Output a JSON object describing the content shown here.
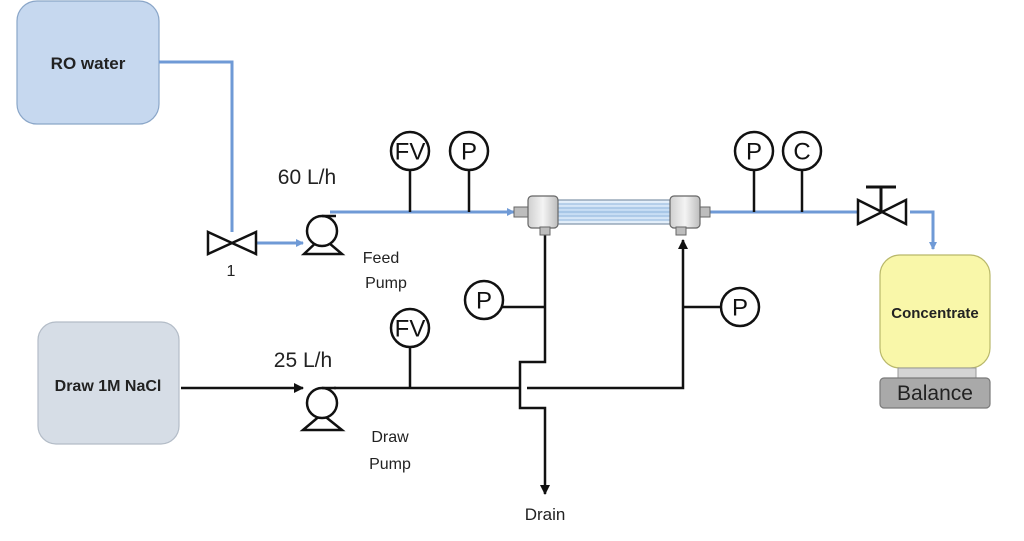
{
  "tanks": {
    "ro_water": "RO water",
    "draw": "Draw 1M NaCl",
    "concentrate": "Concentrate",
    "balance": "Balance"
  },
  "flows": {
    "feed_rate": "60 L/h",
    "draw_rate": "25 L/h"
  },
  "pumps": {
    "feed": [
      "Feed",
      "Pump"
    ],
    "draw": [
      "Draw",
      "Pump"
    ]
  },
  "valve_label": "1",
  "drain_label": "Drain",
  "instruments": {
    "feed_flow": "FV",
    "feed_pressure": "P",
    "out_pressure": "P",
    "out_conductivity": "C",
    "draw_in_pressure": "P",
    "draw_out_pressure": "P",
    "draw_flow": "FV"
  },
  "colors": {
    "feed_line": "#6f9ad6",
    "draw_line": "#111111",
    "ro_tank": "#c6d8ef",
    "draw_tank": "#d6dde6",
    "concentrate_tank": "#f9f7a9",
    "balance": "#a9a9a9"
  }
}
